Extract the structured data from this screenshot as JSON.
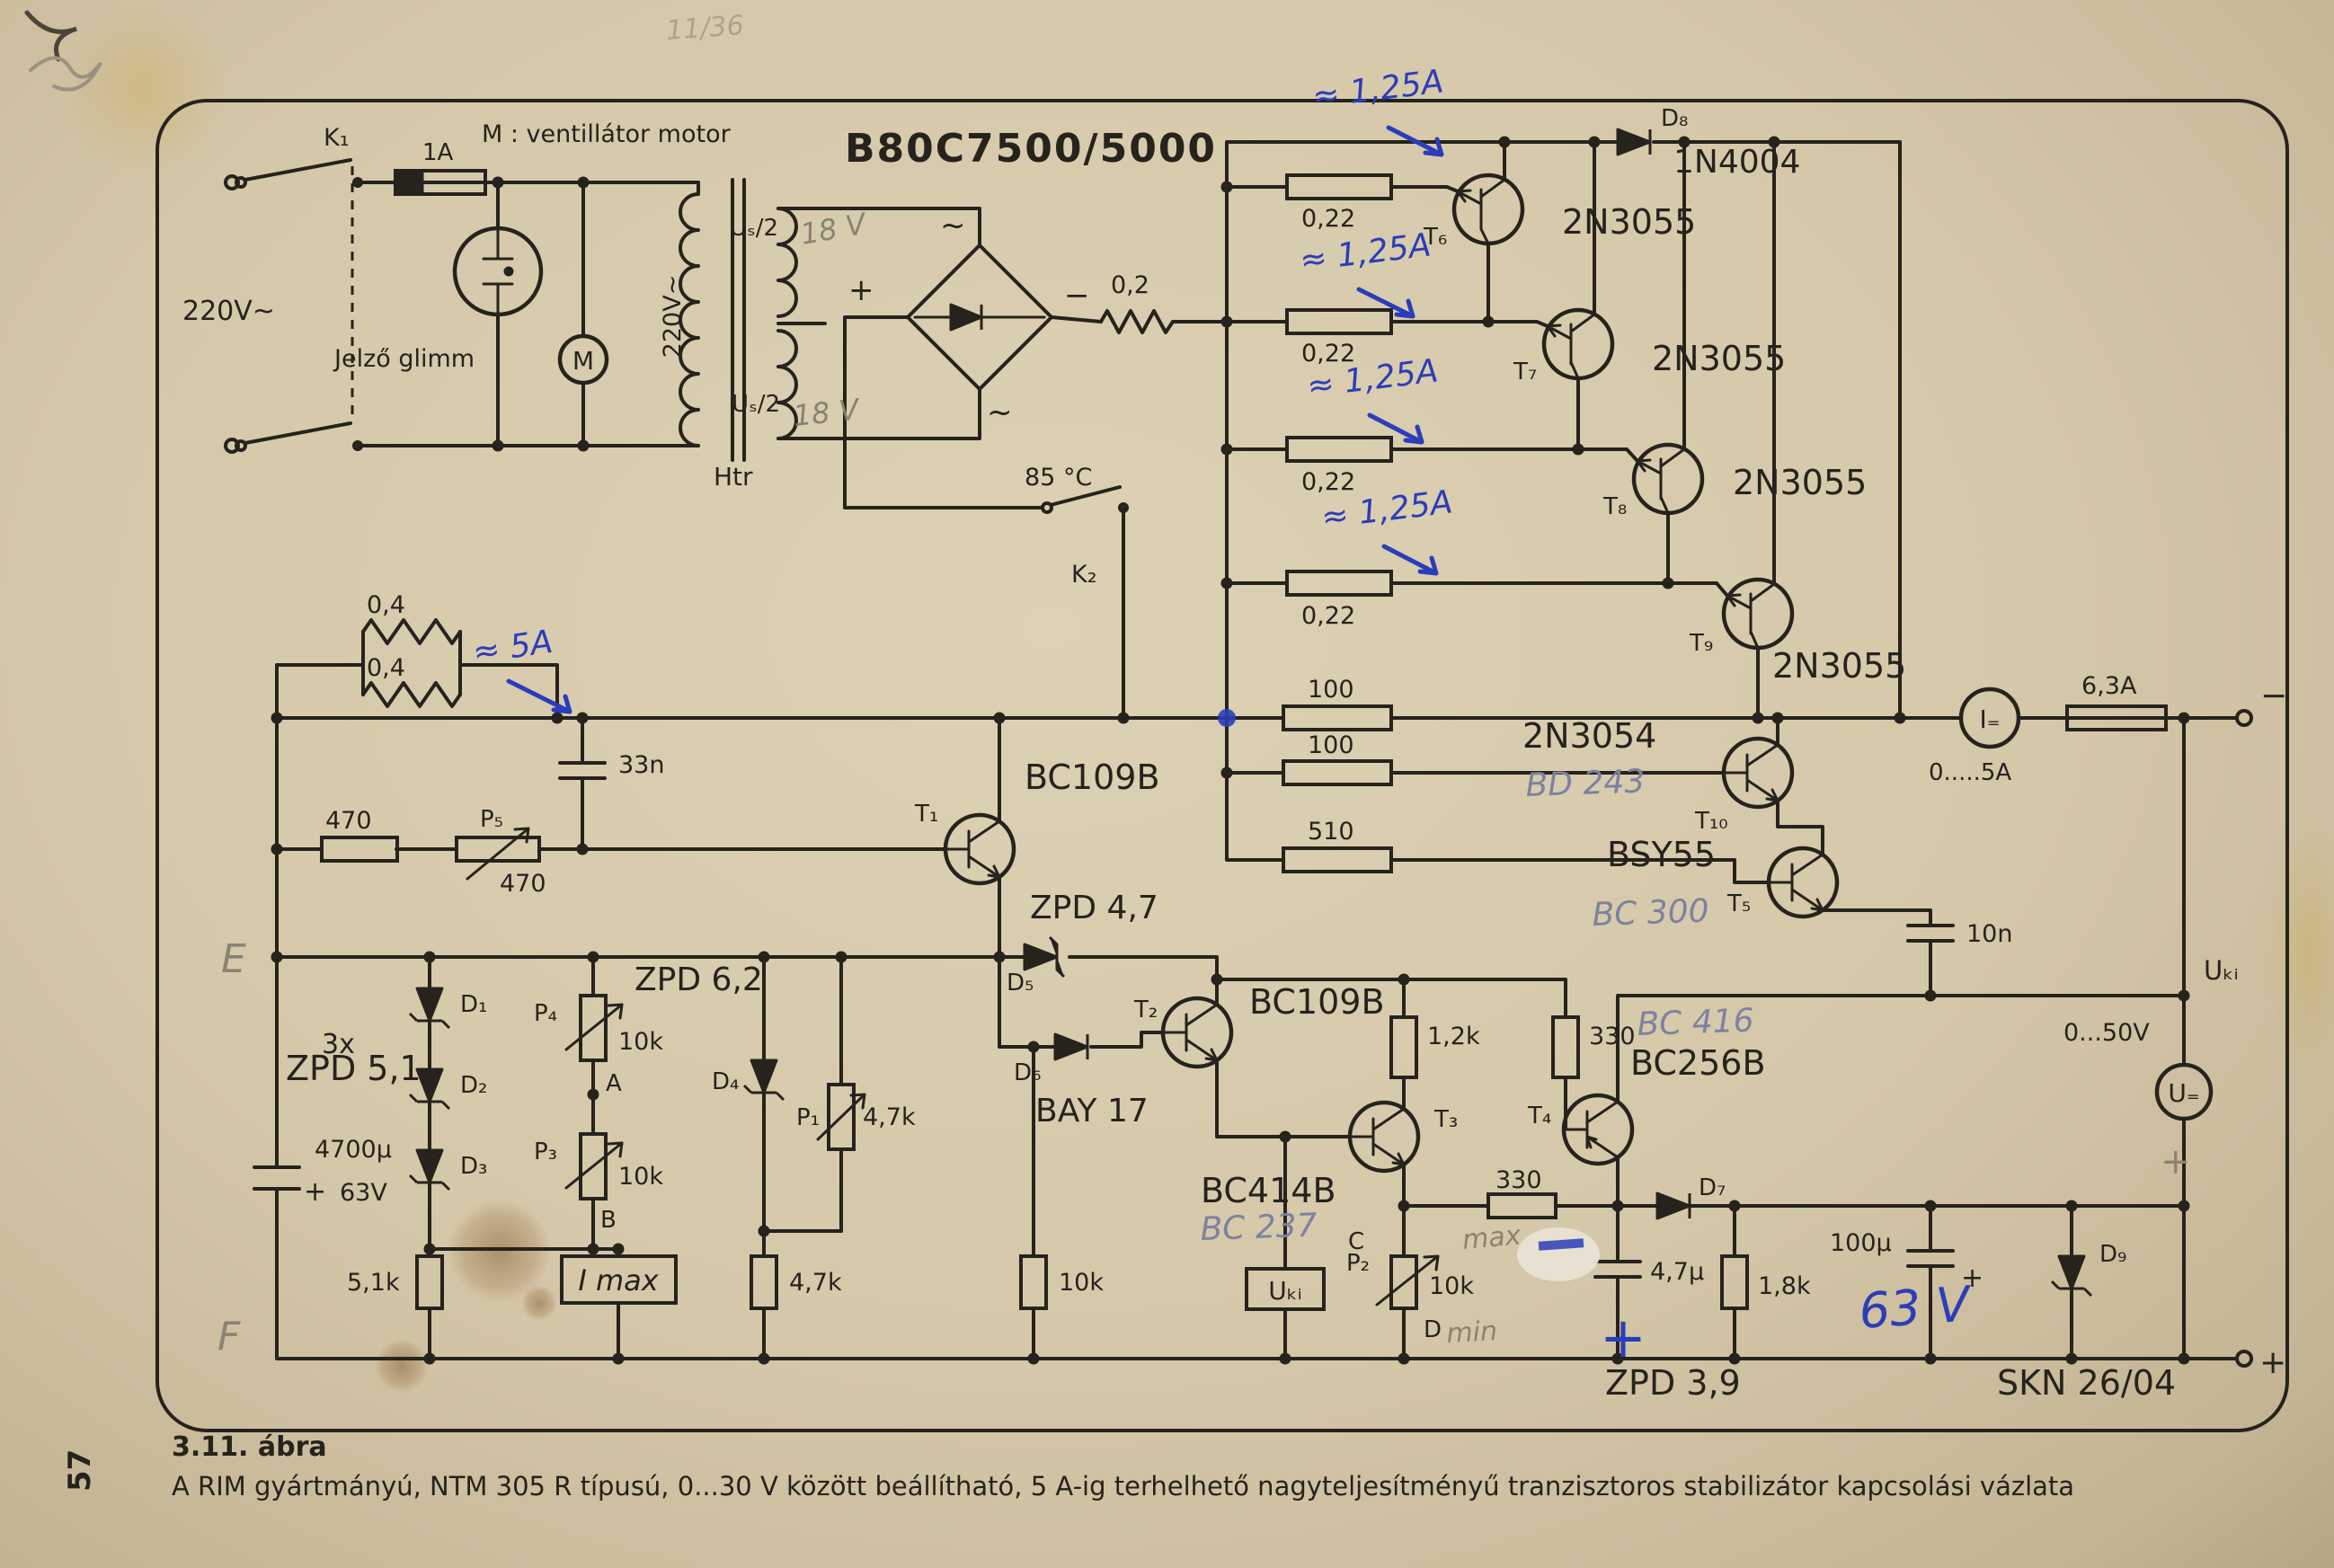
{
  "page": {
    "number": "57",
    "figure_label": "3.11. ábra",
    "caption": "A RIM gyártmányú, NTM 305 R típusú, 0...30 V között beállítható, 5 A-ig terhelhető nagyteljesítményű tranzisztoros stabilizátor kapcsolási vázlata"
  },
  "title": "B80C7500/5000",
  "labels": {
    "k1": "K₁",
    "fuse_1a": "1A",
    "motor_note": "M : ventillátor motor",
    "v220": "220V~",
    "jelzo": "Jelző glimm",
    "motor": "M",
    "v220_vert": "220V~",
    "us2": "Uₛ/2",
    "htr": "Htr",
    "ac": "~",
    "plus": "+",
    "minus": "−",
    "r02": "0,2",
    "temp": "85 °C",
    "k2": "K₂",
    "d8": "D₈",
    "d8_type": "1N4004",
    "r022": "0,22",
    "t1": "T₁",
    "t2": "T₂",
    "t3": "T₃",
    "t4": "T₄",
    "t5": "T₅",
    "t6": "T₆",
    "t7": "T₇",
    "t8": "T₈",
    "t9": "T₉",
    "t10": "T₁₀",
    "q_2n3055": "2N3055",
    "q_2n3054": "2N3054",
    "q_bsy55": "BSY55",
    "r100": "100",
    "r510": "510",
    "c10n": "10n",
    "i_meter": "I₌",
    "i_range": "0.....5A",
    "fuse_63": "6,3A",
    "u_ki": "Uₖᵢ",
    "v_range": "0...50V",
    "u_meter": "U₌",
    "r04": "0,4",
    "c33n": "33n",
    "r470": "470",
    "p5": "P₅",
    "p5_val": "470",
    "bc109b": "BC109B",
    "zpd47": "ZPD 4,7",
    "d5": "D₅",
    "zpd62": "ZPD 6,2",
    "x3": "3x",
    "zpd51": "ZPD 5,1",
    "d1": "D₁",
    "d2": "D₂",
    "d3": "D₃",
    "c4700": "4700μ",
    "c4700_v": "63V",
    "p4": "P₄",
    "p3": "P₃",
    "r10k": "10k",
    "point_a": "A",
    "point_b": "B",
    "r51k": "5,1k",
    "i_max": "I max",
    "d4": "D₄",
    "p1": "P₁",
    "r47k": "4,7k",
    "bay17": "BAY 17",
    "d6": "D₆",
    "bc414b": "BC414B",
    "p2": "P₂",
    "point_c": "C",
    "point_d": "D",
    "r12k": "1,2k",
    "r330": "330",
    "bc256b": "BC256B",
    "d7": "D₇",
    "c47u": "4,7μ",
    "r18k": "1,8k",
    "c100u": "100μ",
    "d9": "D₉",
    "zpd39": "ZPD 3,9",
    "skn": "SKN 26/04"
  },
  "annotations": {
    "i125": "≈ 1,25A",
    "i5": "≈ 5A",
    "bd243": "BD 243",
    "bc300": "BC 300",
    "bc237": "BC 237",
    "bc416": "BC 416",
    "v18": "18 V",
    "v63": "63 V",
    "max": "max",
    "min": "min",
    "e": "E",
    "f": "F",
    "plus_big": "+",
    "plus_pencil": "+",
    "corner": "11/36"
  },
  "colors": {
    "paper": "#d8cbae",
    "ink": "#26231d",
    "blue_pen": "#2b3db8",
    "pencil": "#8a8374"
  }
}
